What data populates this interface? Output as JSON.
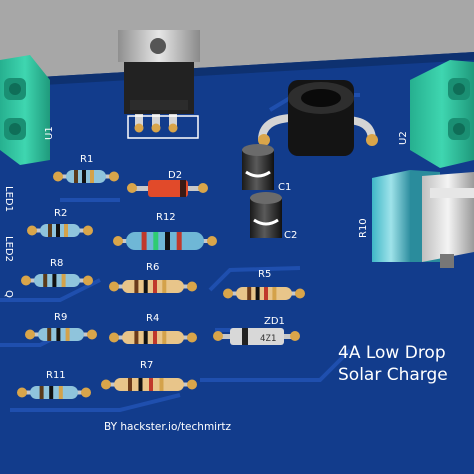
{
  "board": {
    "title_line1": "4A Low Drop",
    "title_line2": "Solar Charge",
    "credit": "BY hackster.io/techmirtz",
    "colors": {
      "background": "#a7a7a7",
      "pcb": "#123c8c",
      "trace": "#1f4fae",
      "silkscreen": "#ffffff",
      "terminal": "#2ec4a0",
      "copper": "#d9a54a"
    }
  },
  "components": {
    "resistors": [
      {
        "ref": "R1",
        "label": "R1"
      },
      {
        "ref": "R2",
        "label": "R2"
      },
      {
        "ref": "R8",
        "label": "R8"
      },
      {
        "ref": "R9",
        "label": "R9"
      },
      {
        "ref": "R11",
        "label": "R11"
      },
      {
        "ref": "R12",
        "label": "R12"
      },
      {
        "ref": "R6",
        "label": "R6"
      },
      {
        "ref": "R4",
        "label": "R4"
      },
      {
        "ref": "R7",
        "label": "R7"
      },
      {
        "ref": "R5",
        "label": "R5"
      },
      {
        "ref": "R10",
        "label": "R10"
      }
    ],
    "diodes": [
      {
        "ref": "D2",
        "label": "D2"
      },
      {
        "ref": "ZD1",
        "label": "ZD1",
        "marking": "4Z1"
      }
    ],
    "capacitors": [
      {
        "ref": "C1",
        "label": "C1"
      },
      {
        "ref": "C2",
        "label": "C2"
      }
    ],
    "connectors": [
      {
        "ref": "U1",
        "label": "U1"
      },
      {
        "ref": "U2",
        "label": "U2"
      }
    ],
    "leds": [
      {
        "ref": "LED1",
        "label": "LED1"
      },
      {
        "ref": "LED2",
        "label": "LED2"
      }
    ],
    "edge_fragment": "Q"
  },
  "icons": [
    "to220-regulator-icon",
    "inductor-icon",
    "screw-terminal-icon",
    "potentiometer-icon"
  ]
}
